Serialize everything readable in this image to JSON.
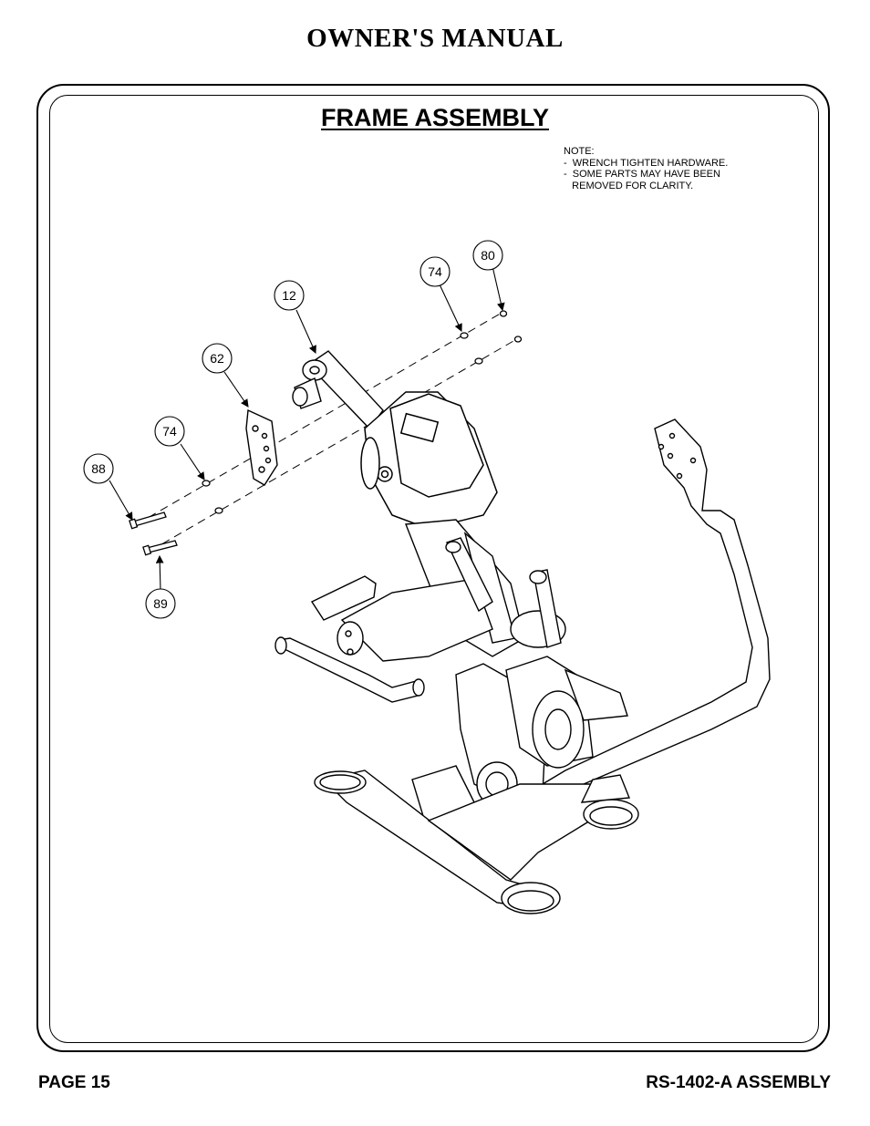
{
  "header": {
    "title": "OWNER'S MANUAL"
  },
  "section": {
    "title": "FRAME ASSEMBLY"
  },
  "note": {
    "heading": "NOTE:",
    "lines": [
      "-  WRENCH TIGHTEN HARDWARE.",
      "-  SOME PARTS MAY HAVE BEEN",
      "   REMOVED FOR CLARITY."
    ]
  },
  "callouts": [
    {
      "id": "callout-80",
      "label": "80"
    },
    {
      "id": "callout-74-upper",
      "label": "74"
    },
    {
      "id": "callout-12",
      "label": "12"
    },
    {
      "id": "callout-62",
      "label": "62"
    },
    {
      "id": "callout-74-lower",
      "label": "74"
    },
    {
      "id": "callout-88",
      "label": "88"
    },
    {
      "id": "callout-89",
      "label": "89"
    }
  ],
  "footer": {
    "page": "PAGE 15",
    "doc": "RS-1402-A ASSEMBLY"
  }
}
